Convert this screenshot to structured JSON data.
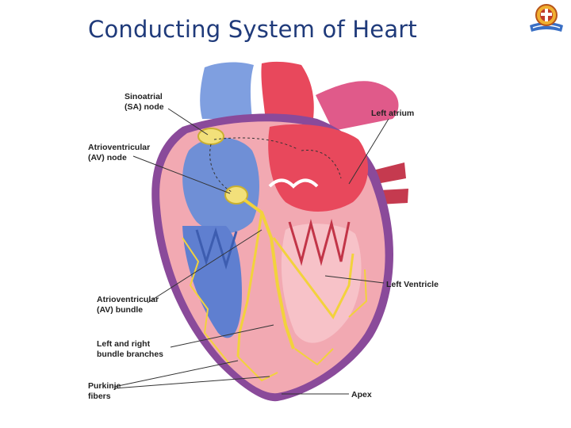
{
  "slide": {
    "title": "Conducting System of Heart"
  },
  "logo": {
    "icon": "emblem-logo-icon"
  },
  "labels": {
    "sa_node": "Sinoatrial\n(SA) node",
    "av_node": "Atrioventricular\n(AV) node",
    "left_atrium": "Left atrium",
    "left_ventricle": "Left Ventricle",
    "av_bundle": "Atrioventricular\n(AV) bundle",
    "bundle_branches": "Left and right\nbundle branches",
    "purkinje": "Purkinje\nfibers",
    "apex": "Apex"
  },
  "colors": {
    "title": "#1f3a7a",
    "right_heart": "#6f8fd6",
    "left_heart": "#e8485c",
    "wall": "#f2a9b2",
    "conduction": "#f2d23c",
    "pericardium": "#8a4a9a"
  }
}
